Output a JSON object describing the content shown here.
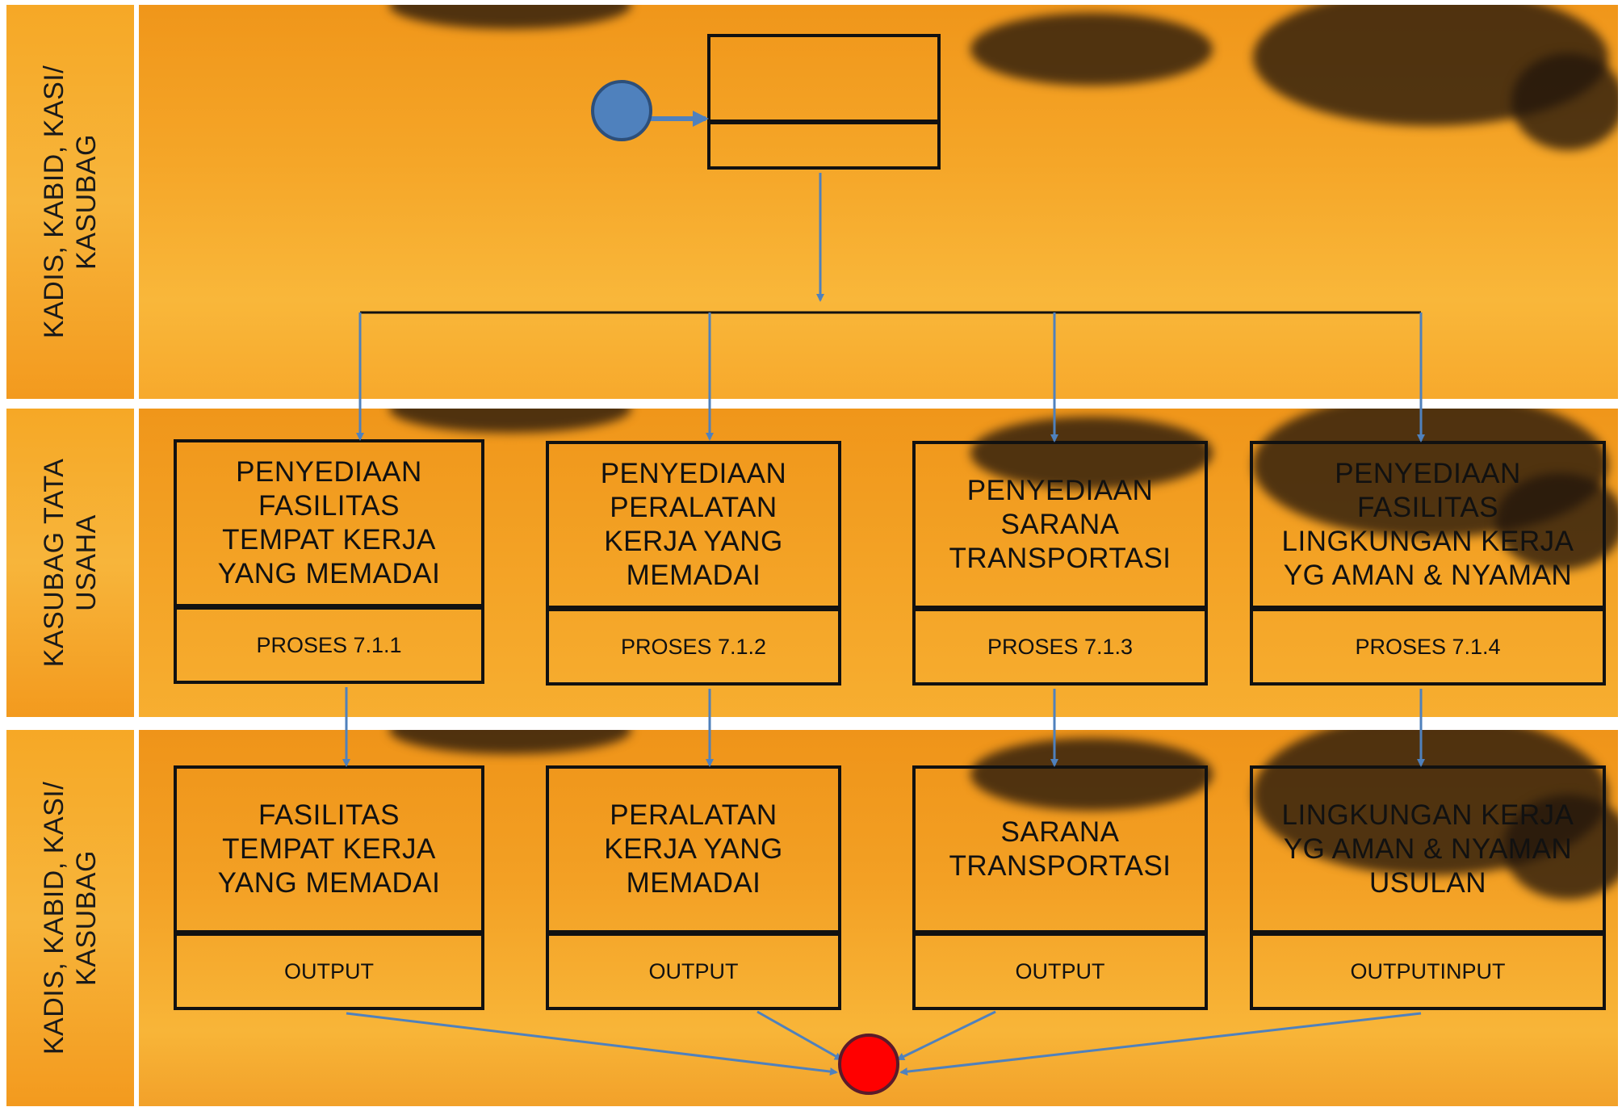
{
  "lanes": [
    {
      "label_lines": [
        "KADIS, KABID, KASI/",
        "KASUBAG"
      ]
    },
    {
      "label_lines": [
        "KASUBAG TATA",
        "USAHA"
      ]
    },
    {
      "label_lines": [
        "KADIS, KABID, KASI/",
        "KASUBAG"
      ]
    }
  ],
  "processes": [
    {
      "title": "PENYEDIAAN\nFASILITAS\nTEMPAT KERJA\nYANG MEMADAI",
      "sub": "PROSES 7.1.1"
    },
    {
      "title": "PENYEDIAAN\nPERALATAN\nKERJA YANG\nMEMADAI",
      "sub": "PROSES 7.1.2"
    },
    {
      "title": "PENYEDIAAN\nSARANA\nTRANSPORTASI",
      "sub": "PROSES 7.1.3"
    },
    {
      "title": "PENYEDIAAN\nFASILITAS\nLINGKUNGAN KERJA\nYG AMAN &  NYAMAN",
      "sub": "PROSES 7.1.4"
    }
  ],
  "outputs": [
    {
      "title": "FASILITAS\nTEMPAT KERJA\nYANG MEMADAI",
      "sub": "OUTPUT"
    },
    {
      "title": "PERALATAN\nKERJA YANG\nMEMADAI",
      "sub": "OUTPUT"
    },
    {
      "title": "SARANA\nTRANSPORTASI",
      "sub": "OUTPUT"
    },
    {
      "title": "LINGKUNGAN KERJA\nYG AMAN &  NYAMAN\nUSULAN",
      "sub": "OUTPUTINPUT"
    }
  ],
  "colors": {
    "start_node": "#4f81bd",
    "end_node": "#ff0000",
    "connector": "#4f81bd",
    "lane_background": "#f6a826",
    "cloud": "#2a1a0e"
  }
}
